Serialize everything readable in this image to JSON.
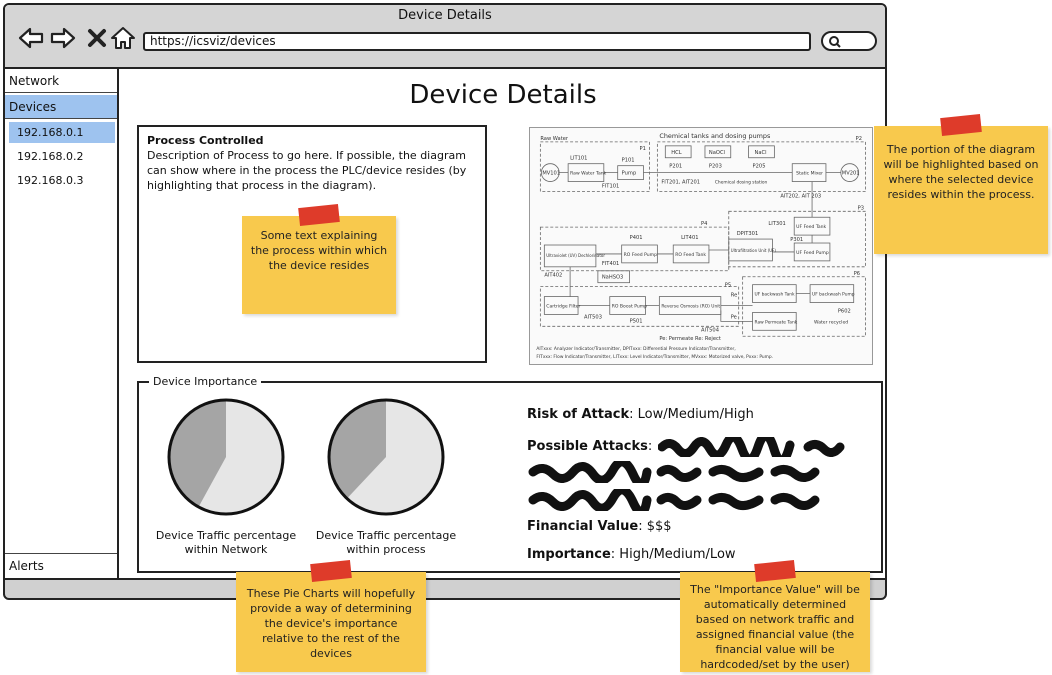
{
  "window": {
    "title": "Device Details",
    "url": "https://icsviz/devices"
  },
  "toolbar_icons": [
    "back-arrow-icon",
    "forward-arrow-icon",
    "close-x-icon",
    "home-icon",
    "search-icon"
  ],
  "sidebar": {
    "network_label": "Network",
    "devices_label": "Devices",
    "devices": [
      "192.168.0.1",
      "192.168.0.2",
      "192.168.0.3"
    ],
    "selected_device": "192.168.0.1",
    "alerts_label": "Alerts"
  },
  "page": {
    "title": "Device Details"
  },
  "process": {
    "heading": "Process Controlled",
    "description": "Description of Process to go here. If possible, the diagram can show where in the process the PLC/device resides (by highlighting that process in the diagram)."
  },
  "importance": {
    "legend": "Device Importance",
    "pie1_caption": "Device Traffic percentage within Network",
    "pie2_caption": "Device Traffic percentage within process",
    "pie1_fraction": 0.42,
    "pie2_fraction": 0.38,
    "risk_label": "Risk of Attack",
    "risk_value": ": Low/Medium/High",
    "attacks_label": "Possible Attacks",
    "attacks_colon": ":",
    "financial_label": "Financial Value",
    "financial_value": ": $$$",
    "importance_label": "Importance",
    "importance_value": ": High/Medium/Low"
  },
  "diagram": {
    "header": "Chemical tanks and dosing pumps",
    "labels": {
      "raw_water": "Raw Water",
      "p1": "P1",
      "p2": "P2",
      "p3": "P3",
      "p4": "P4",
      "p5": "P5",
      "p6": "P6",
      "lit101": "LIT101",
      "p101": "P101",
      "mv101": "MV101",
      "raw_water_tank": "Raw Water Tank",
      "pump": "Pump",
      "fit101": "FIT101",
      "hcl": "HCL",
      "naocl": "NaOCl",
      "nacl": "NaCl",
      "p201": "P201",
      "p203": "P203",
      "p205": "P205",
      "fit201": "FIT201, AIT201",
      "dosing_station": "Chemical dosing station",
      "static_mixer": "Static Mixer",
      "mv201": "MV201",
      "ait202": "AIT202, AIT 203",
      "lit301": "LIT301",
      "uf_feed_tank": "UF Feed Tank",
      "p301": "P301",
      "dpit301": "DPIT301",
      "uf_unit": "Ultrafiltration Unit (UF)",
      "uf_feed_pump": "UF Feed Pump",
      "p401": "P401",
      "lit401": "LIT401",
      "uv": "Ultraviolet (UV) Dechlorinator",
      "ro_feed_pump": "RO Feed Pump",
      "ro_feed_tank": "RO Feed Tank",
      "fit401": "FIT401",
      "ait402": "AIT402",
      "nahso3": "NaHSO3",
      "cartridge": "Cartridge Filter",
      "ro_boost": "RO Boost Pump",
      "ait503": "AIT503",
      "p501": "P501",
      "ro_unit": "Reverse Osmosis (RO) Unit",
      "ait504": "AIT504",
      "uf_backwash_tank": "UF backwash Tank",
      "uf_backwash_pump": "UF backwash Pump",
      "p602": "P602",
      "raw_permeate_tank": "Raw Permeate Tank",
      "water_recycled": "Water recycled",
      "re": "Re",
      "pe": "Pe",
      "legend_permeate": "Pe: Permeate Re: Reject",
      "legend1": "AITxxx: Analyzer Indicator/Transmitter, DPITxxx: Differential Pressure Indicator/Transmitter,",
      "legend2": "FITxxx: Flow Indicator/Transmitter, LITxxx: Level Indicator/Transmitter, MVxxx: Motorized valve, Pxxx: Pump."
    }
  },
  "notes": {
    "process_note": "Some text explaining the process within which the device resides",
    "diagram_note": "The portion of the diagram will be highlighted based on where the selected device resides within the process.",
    "pie_note": "These Pie Charts will hopefully provide a way of determining the device's importance relative to the rest of the devices",
    "importance_note": "The \"Importance Value\" will be automatically determined based on network traffic and assigned financial value (the financial value will be hardcoded/set by the user)"
  },
  "colors": {
    "chrome": "#d5d5d5",
    "selection": "#9ec3ef",
    "note": "#f8c94d",
    "tape": "#de3b2a",
    "pie_dark": "#a5a5a5",
    "pie_light": "#e6e6e6"
  }
}
